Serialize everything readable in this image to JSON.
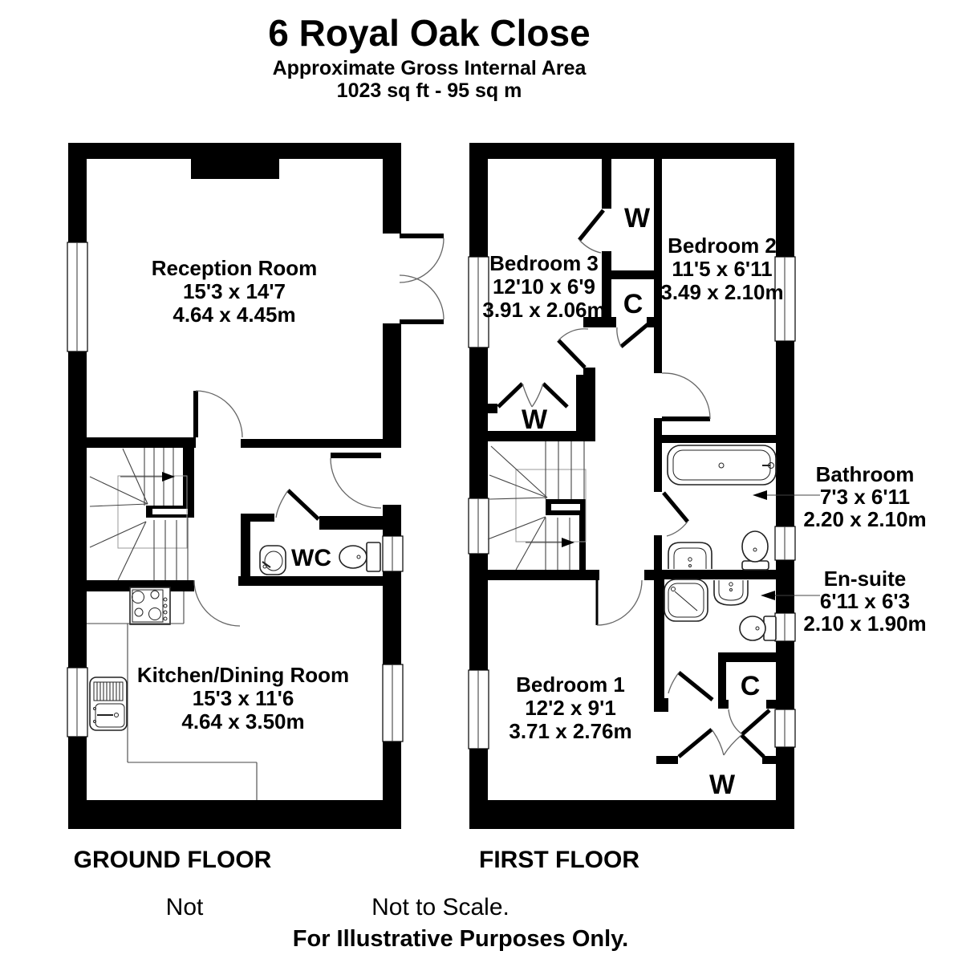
{
  "header": {
    "title": "6 Royal Oak Close",
    "subtitle": "Approximate Gross Internal Area",
    "area": "1023 sq ft - 95 sq m"
  },
  "ground_floor": {
    "label": "GROUND FLOOR",
    "reception": {
      "name": "Reception Room",
      "imperial": "15'3 x 14'7",
      "metric": "4.64 x 4.45m"
    },
    "wc_label": "WC",
    "kitchen": {
      "name": "Kitchen/Dining Room",
      "imperial": "15'3 x 11'6",
      "metric": "4.64 x 3.50m"
    }
  },
  "first_floor": {
    "label": "FIRST FLOOR",
    "bedroom3": {
      "name": "Bedroom 3",
      "imperial": "12'10 x 6'9",
      "metric": "3.91 x 2.06m"
    },
    "bedroom2": {
      "name": "Bedroom 2",
      "imperial": "11'5 x 6'11",
      "metric": "3.49 x 2.10m"
    },
    "bedroom1": {
      "name": "Bedroom 1",
      "imperial": "12'2 x 9'1",
      "metric": "3.71 x 2.76m"
    },
    "bathroom": {
      "name": "Bathroom",
      "imperial": "7'3 x 6'11",
      "metric": "2.20 x 2.10m"
    },
    "ensuite": {
      "name": "En-suite",
      "imperial": "6'11 x 6'3",
      "metric": "2.10 x 1.90m"
    },
    "wardrobe_label": "W",
    "cupboard_label": "C"
  },
  "footer": {
    "not_text": "Not",
    "not_to_scale": "Not to Scale.",
    "illustrative": "For Illustrative Purposes Only."
  },
  "colors": {
    "wall": "#000000",
    "background": "#ffffff"
  }
}
